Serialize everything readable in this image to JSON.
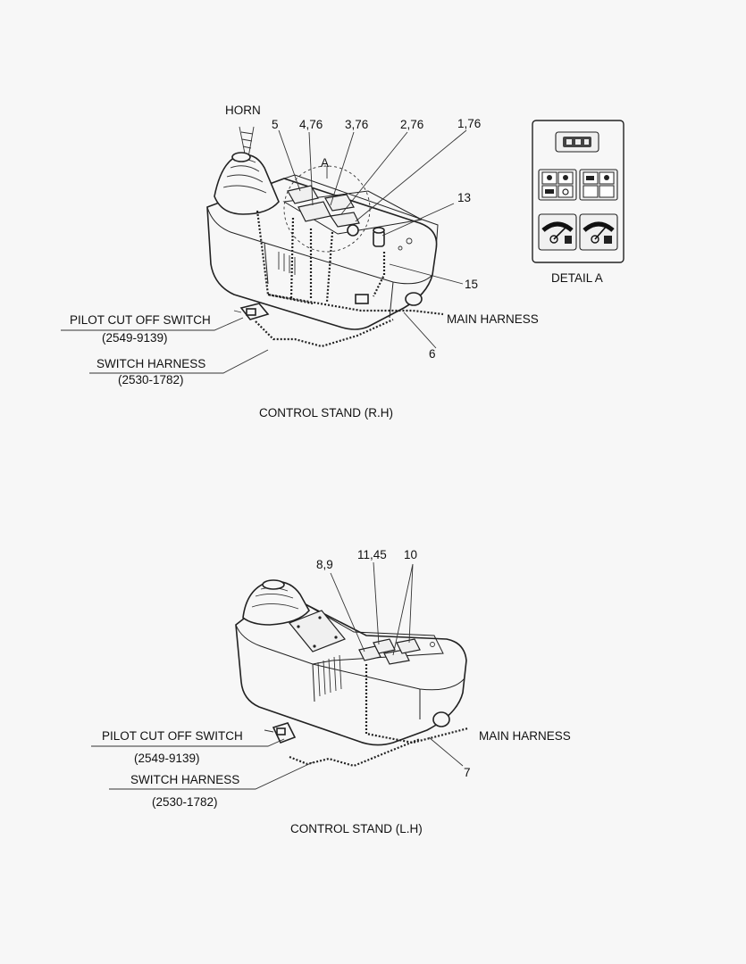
{
  "rh": {
    "labels": {
      "horn": "HORN",
      "item5": "5",
      "item4": "4,76",
      "item3": "3,76",
      "item2": "2,76",
      "item1": "1,76",
      "item13": "13",
      "item15": "15",
      "item6": "6",
      "detail_ref": "A",
      "pilot_switch": "PILOT CUT OFF SWITCH",
      "pilot_switch_pn": "(2549-9139)",
      "switch_harness": "SWITCH HARNESS",
      "switch_harness_pn": "(2530-1782)",
      "main_harness": "MAIN HARNESS"
    },
    "caption": "CONTROL STAND (R.H)"
  },
  "detail_a": {
    "caption": "DETAIL A"
  },
  "lh": {
    "labels": {
      "item89": "8,9",
      "item1145": "11,45",
      "item10": "10",
      "item7": "7",
      "pilot_switch": "PILOT CUT OFF SWITCH",
      "pilot_switch_pn": "(2549-9139)",
      "switch_harness": "SWITCH HARNESS",
      "switch_harness_pn": "(2530-1782)",
      "main_harness": "MAIN HARNESS"
    },
    "caption": "CONTROL STAND (L.H)"
  }
}
